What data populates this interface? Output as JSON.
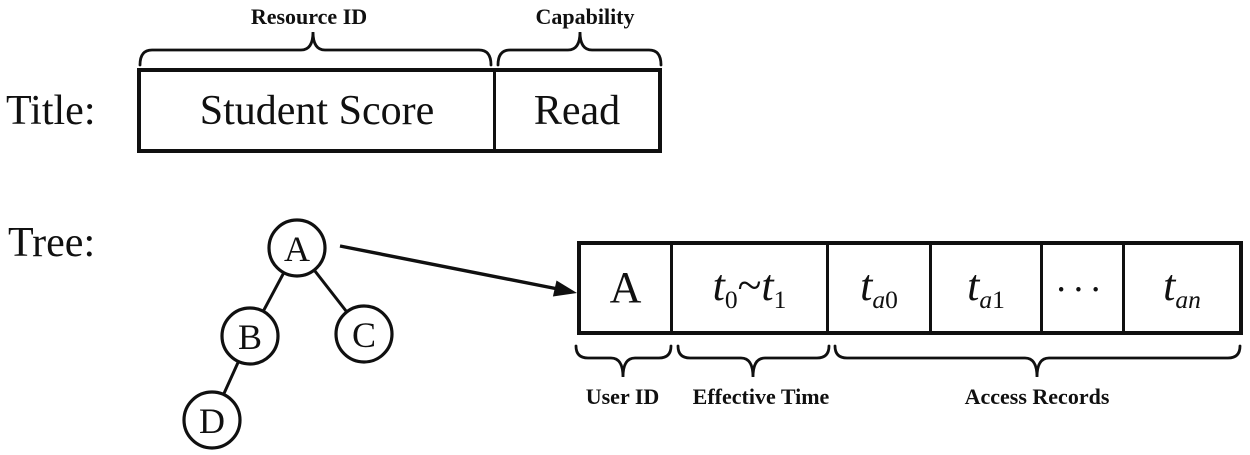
{
  "figure": {
    "kind": "capability-title-and-access-tree-diagram"
  },
  "colors": {
    "ink": "#101010",
    "paper": "#ffffff"
  },
  "title_section": {
    "row_label": "Title:",
    "field_annotations": [
      {
        "text": "Resource ID"
      },
      {
        "text": "Capability"
      }
    ],
    "fields": [
      {
        "text": "Student Score"
      },
      {
        "text": "Read"
      }
    ]
  },
  "tree_section": {
    "row_label": "Tree:",
    "nodes": [
      {
        "id": "A"
      },
      {
        "id": "B"
      },
      {
        "id": "C"
      },
      {
        "id": "D"
      }
    ],
    "edges": [
      "A-B",
      "A-C",
      "B-D"
    ]
  },
  "record_section": {
    "cells": [
      {
        "name": "user-id",
        "parts": [
          {
            "t": "A",
            "s": "base"
          }
        ]
      },
      {
        "name": "effective-time",
        "parts": [
          {
            "t": "t",
            "s": "it"
          },
          {
            "t": "0",
            "s": "sub"
          },
          {
            "t": "~",
            "s": "base"
          },
          {
            "t": "t",
            "s": "it"
          },
          {
            "t": "1",
            "s": "sub"
          }
        ]
      },
      {
        "name": "access-record-0",
        "parts": [
          {
            "t": "t",
            "s": "it"
          },
          {
            "t": "a",
            "s": "subit"
          },
          {
            "t": "0",
            "s": "sub"
          }
        ]
      },
      {
        "name": "access-record-1",
        "parts": [
          {
            "t": "t",
            "s": "it"
          },
          {
            "t": "a",
            "s": "subit"
          },
          {
            "t": "1",
            "s": "sub"
          }
        ]
      },
      {
        "name": "ellipsis",
        "parts": [
          {
            "t": "···",
            "s": "dots"
          }
        ]
      },
      {
        "name": "access-record-n",
        "parts": [
          {
            "t": "t",
            "s": "it"
          },
          {
            "t": "a",
            "s": "subit"
          },
          {
            "t": "n",
            "s": "subit"
          }
        ]
      }
    ],
    "annotations": [
      {
        "text": "User ID"
      },
      {
        "text": "Effective Time"
      },
      {
        "text": "Access Records"
      }
    ]
  }
}
